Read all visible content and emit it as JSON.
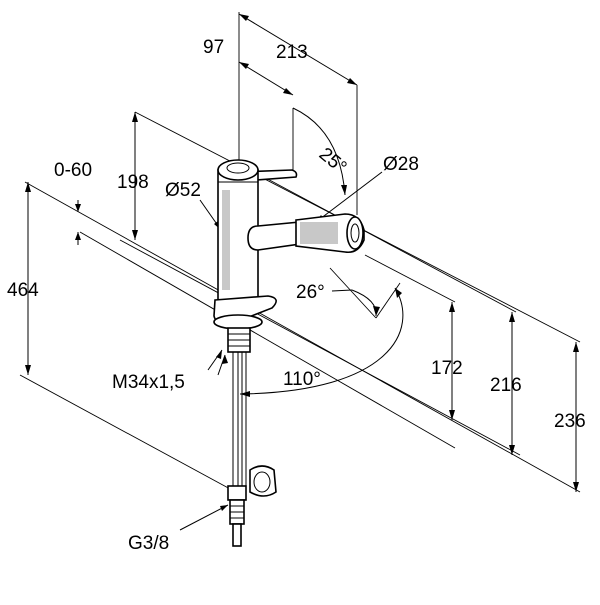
{
  "drawing": {
    "labels": {
      "dim_97": "97",
      "dim_213": "213",
      "angle_25": "25°",
      "dim_198": "198",
      "range_0_60": "0-60",
      "dia_52": "Ø52",
      "dia_28": "Ø28",
      "dim_464": "464",
      "angle_26": "26°",
      "thread_m34": "M34x1,5",
      "angle_110": "110°",
      "dim_172": "172",
      "dim_216": "216",
      "dim_236": "236",
      "thread_g38": "G3/8"
    }
  }
}
